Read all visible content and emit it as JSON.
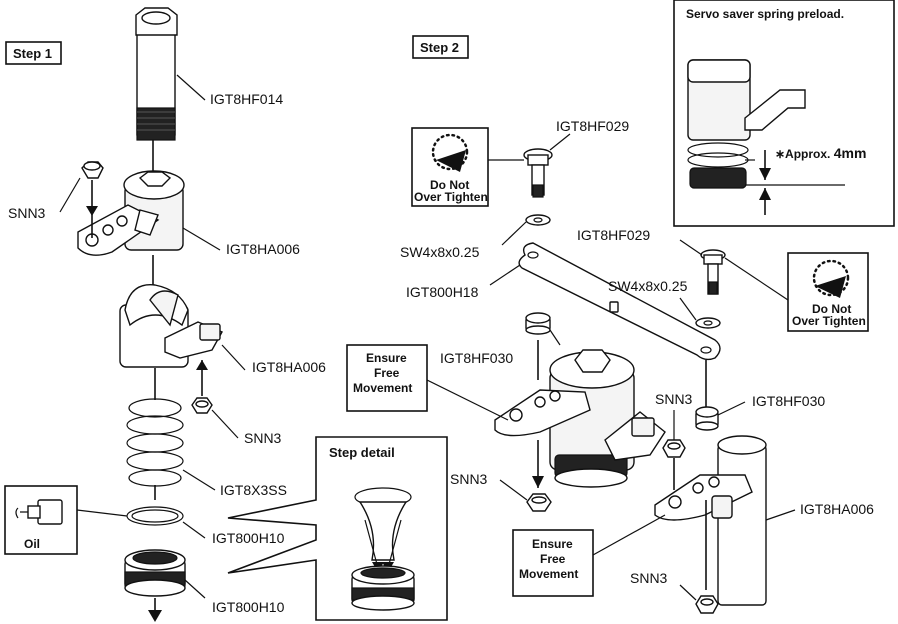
{
  "steps": {
    "step1": "Step 1",
    "step2": "Step 2",
    "step_detail": "Step detail"
  },
  "servo_box": {
    "title": "Servo saver spring preload.",
    "approx_prefix": "∗Approx. ",
    "approx_value": "4mm"
  },
  "step1_labels": {
    "igt8hf014": "IGT8HF014",
    "snn3_top": "SNN3",
    "igt8ha006_top": "IGT8HA006",
    "igt8ha006_mid": "IGT8HA006",
    "snn3_mid": "SNN3",
    "igt8x3ss": "IGT8X3SS",
    "igt800h10_ring": "IGT800H10",
    "igt800h10_nut": "IGT800H10",
    "oil": "Oil"
  },
  "step2_labels": {
    "igt8hf029_a": "IGT8HF029",
    "sw4x8_a": "SW4x8x0.25",
    "igt800h18": "IGT800H18",
    "igt8hf029_b": "IGT8HF029",
    "sw4x8_b": "SW4x8x0.25",
    "igt8hf030_a": "IGT8HF030",
    "igt8hf030_b": "IGT8HF030",
    "snn3_a": "SNN3",
    "snn3_b": "SNN3",
    "snn3_c": "SNN3",
    "igt8ha006": "IGT8HA006"
  },
  "callouts": {
    "do_not_1": "Do Not",
    "over_tighten_1": "Over Tighten",
    "do_not_2": "Do Not",
    "over_tighten_2": "Over Tighten",
    "ensure1_l1": "Ensure",
    "ensure1_l2": "Free",
    "ensure1_l3": "Movement",
    "ensure2_l1": "Ensure",
    "ensure2_l2": "Free",
    "ensure2_l3": "Movement"
  }
}
